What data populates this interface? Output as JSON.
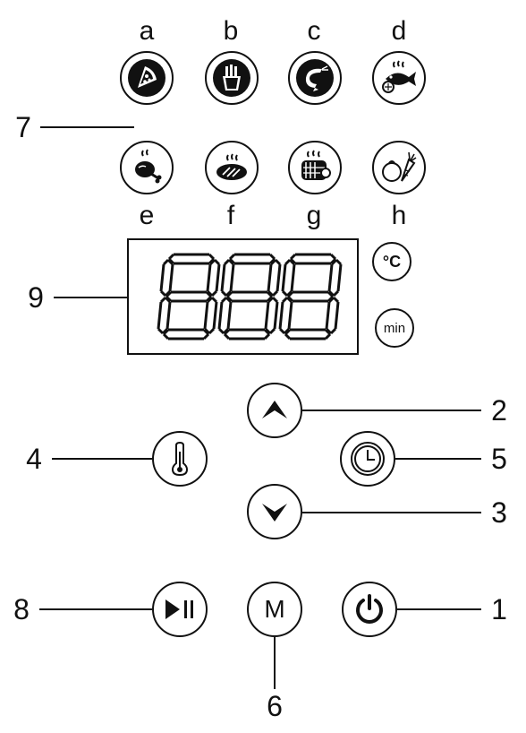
{
  "preset_letters": [
    "a",
    "b",
    "c",
    "d",
    "e",
    "f",
    "g",
    "h"
  ],
  "presets": [
    {
      "letter": "a",
      "icon": "pizza-icon"
    },
    {
      "letter": "b",
      "icon": "fries-icon"
    },
    {
      "letter": "c",
      "icon": "shrimp-icon"
    },
    {
      "letter": "d",
      "icon": "fish-icon"
    },
    {
      "letter": "e",
      "icon": "chicken-leg-icon"
    },
    {
      "letter": "f",
      "icon": "steak-icon"
    },
    {
      "letter": "g",
      "icon": "ribs-icon"
    },
    {
      "letter": "h",
      "icon": "vegetables-icon"
    }
  ],
  "display": {
    "digits": "888",
    "unit_temp": "°C",
    "unit_time": "min"
  },
  "buttons": {
    "menu": "M"
  },
  "callouts": {
    "power": "1",
    "up": "2",
    "down": "3",
    "temperature": "4",
    "timer": "5",
    "menu": "6",
    "presets": "7",
    "start_pause": "8",
    "display": "9"
  }
}
